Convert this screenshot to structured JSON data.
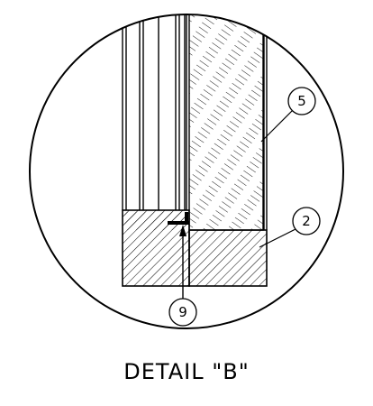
{
  "caption": "DETAIL \"B\"",
  "callouts": [
    {
      "id": "5",
      "label": "5"
    },
    {
      "id": "2",
      "label": "2"
    },
    {
      "id": "9",
      "label": "9"
    }
  ]
}
